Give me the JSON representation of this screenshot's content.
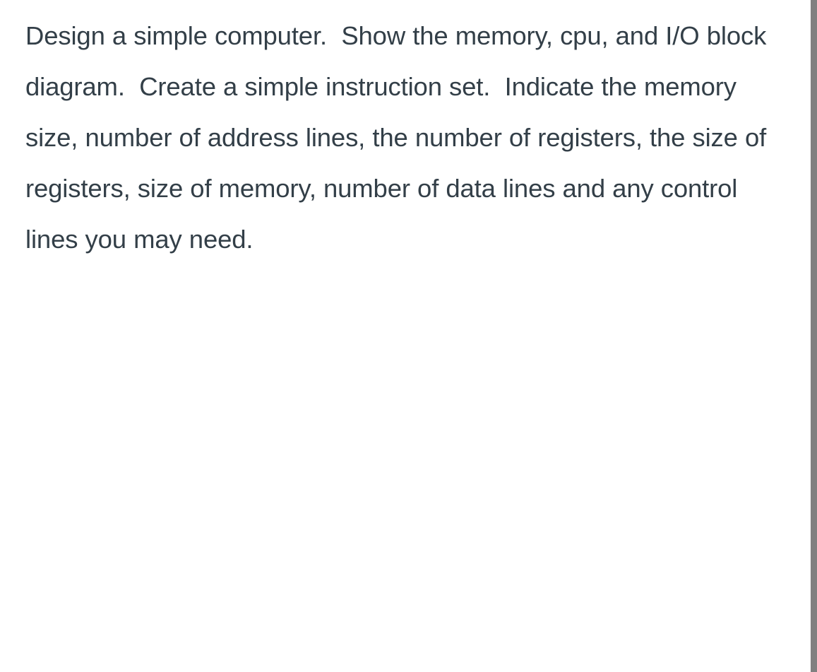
{
  "page": {
    "background_color": "#ffffff",
    "text_color": "#333f48"
  },
  "content": {
    "prompt": "Design a simple computer.  Show the memory, cpu, and I/O block diagram.  Create a simple instruction set.  Indicate the memory size, number of address lines, the number of registers, the size of registers, size of memory, number of data lines and any control lines you may need.",
    "prompt_lines": [
      "Design a simple computer.  Show the memory, cpu,",
      "and I/O block diagram.  Create a simple instruction",
      "set.  Indicate the memory size, number of address",
      "lines, the number of registers, the size of registers,",
      "size of memory, number of data lines and any",
      "control lines you may need."
    ]
  },
  "chrome": {
    "edge_bar_color": "#808080"
  }
}
